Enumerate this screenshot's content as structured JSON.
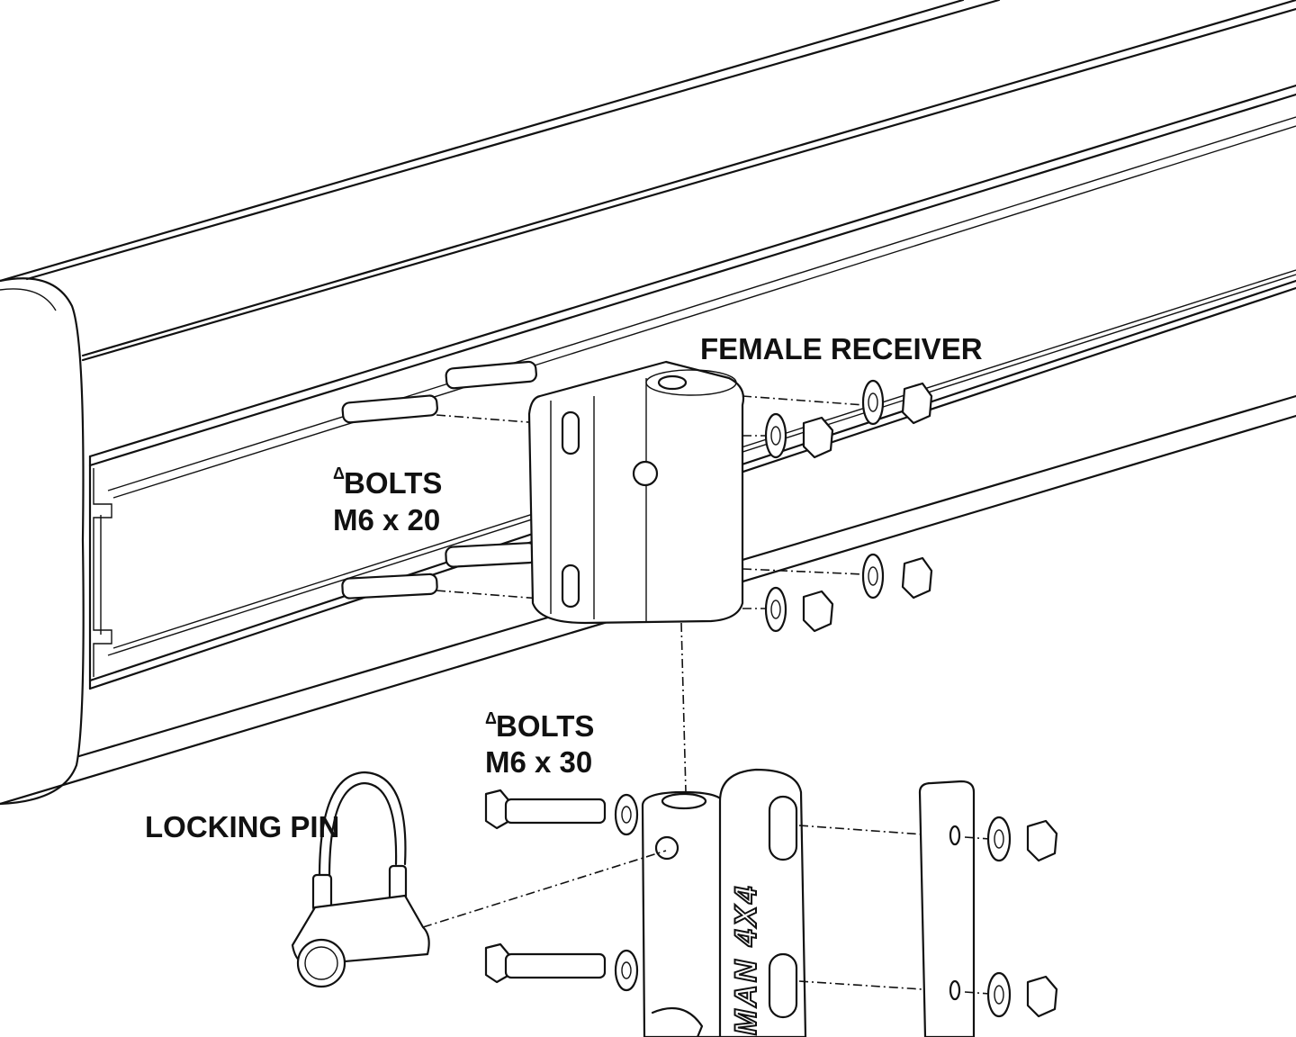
{
  "labels": {
    "female_receiver": "FEMALE RECEIVER",
    "bolts_upper_line1": "BOLTS",
    "bolts_upper_line2": "M6 x 20",
    "bolts_lower_line1": "BOLTS",
    "bolts_lower_line2": "M6 x 30",
    "locking_pin": "LOCKING PIN",
    "delta_symbol": "Δ",
    "embossed_text": "MAN 4X4"
  },
  "colors": {
    "line": "#111111",
    "background": "#ffffff"
  }
}
